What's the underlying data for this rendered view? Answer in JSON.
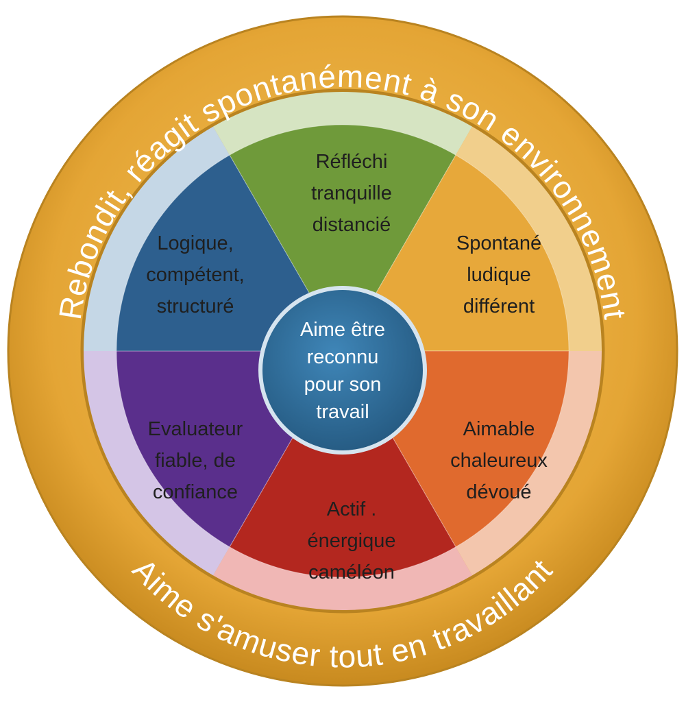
{
  "outer_ring": {
    "top_text": "Rebondit, réagit spontanément à son environnement",
    "bottom_text": "Aime s'amuser tout en travaillant",
    "color": "#e4a535"
  },
  "center": {
    "lines": [
      "Aime être",
      "reconnu",
      "pour son",
      "travail"
    ],
    "color": "#2d6e9c"
  },
  "segments": [
    {
      "lines": [
        "Réfléchi",
        "tranquille",
        "distancié"
      ],
      "color": "#6f9a3a",
      "light": "#d6e4c2"
    },
    {
      "lines": [
        "Spontané",
        "ludique",
        "différent"
      ],
      "color": "#e7a83a",
      "light": "#f1cf8c"
    },
    {
      "lines": [
        "Aimable",
        "chaleureux",
        "dévoué"
      ],
      "color": "#e06a2e",
      "light": "#f3c6ad"
    },
    {
      "lines": [
        "Actif .",
        "énergique",
        "caméléon"
      ],
      "color": "#b3271f",
      "light": "#f0b7b5"
    },
    {
      "lines": [
        "Evaluateur",
        "fiable, de",
        "confiance"
      ],
      "color": "#5a2f8c",
      "light": "#d4c5e6"
    },
    {
      "lines": [
        "Logique,",
        "compétent,",
        "structuré"
      ],
      "color": "#2d5f8e",
      "light": "#c5d7e6"
    }
  ]
}
